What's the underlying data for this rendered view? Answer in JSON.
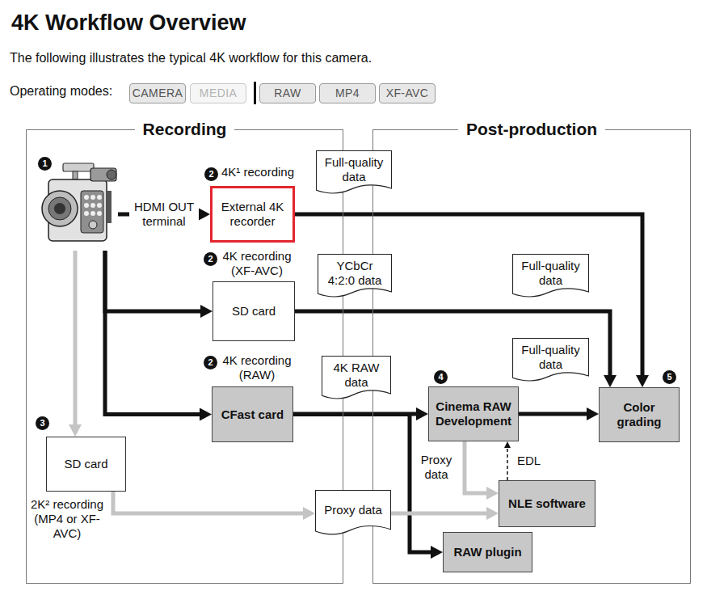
{
  "diagram": {
    "title": "4K Workflow Overview",
    "nodes": [
      {
        "text": [
          "CAMERA"
        ]
      },
      {
        "text": [
          "MEDIA"
        ]
      },
      {
        "text": [
          "RAW"
        ]
      },
      {
        "text": [
          "MP4"
        ]
      },
      {
        "text": [
          "XF-AVC"
        ]
      },
      {
        "text": [
          "Recording"
        ]
      },
      {
        "text": [
          "Post-production"
        ]
      },
      {
        "text": [
          "1"
        ],
        "in": 5
      },
      {
        "text": [
          "External 4K recorder"
        ],
        "in": 5
      },
      {
        "text": [
          "SD card"
        ],
        "in": 5
      },
      {
        "text": [
          "CFast card"
        ],
        "in": 5
      },
      {
        "text": [
          "SD card"
        ],
        "in": 5
      },
      {
        "text": [
          "Full-quality data"
        ]
      },
      {
        "text": [
          "YCbCr 4:2:0 data"
        ]
      },
      {
        "text": [
          "4K RAW data"
        ]
      },
      {
        "text": [
          "Proxy data"
        ]
      },
      {
        "text": [
          "Full-quality data"
        ],
        "in": 6
      },
      {
        "text": [
          "Full-quality data"
        ],
        "in": 6
      },
      {
        "text": [
          "Cinema RAW Development"
        ],
        "in": 6
      },
      {
        "text": [
          "Color grading"
        ],
        "in": 6
      },
      {
        "text": [
          "NLE software"
        ],
        "in": 6
      },
      {
        "text": [
          "RAW plugin"
        ],
        "in": 6
      }
    ],
    "edges": [
      {
        "from": 7,
        "to": 8,
        "arrow": "to",
        "label": "HDMI OUT terminal"
      },
      {
        "from": 7,
        "to": 9,
        "arrow": "to"
      },
      {
        "from": 7,
        "to": 10,
        "arrow": "to"
      },
      {
        "from": 7,
        "to": 11,
        "arrow": "to"
      },
      {
        "from": 8,
        "to": 19,
        "arrow": "to"
      },
      {
        "from": 9,
        "to": 19,
        "arrow": "to"
      },
      {
        "from": 10,
        "to": 18,
        "arrow": "to"
      },
      {
        "from": 10,
        "to": 21,
        "arrow": "to"
      },
      {
        "from": 18,
        "to": 19,
        "arrow": "to"
      },
      {
        "from": 18,
        "to": 20,
        "arrow": "to",
        "label": "Proxy data"
      },
      {
        "from": 20,
        "to": 18,
        "arrow": "to",
        "label": "EDL"
      },
      {
        "from": 11,
        "to": 15,
        "arrow": "to"
      },
      {
        "from": 15,
        "to": 20,
        "arrow": "to"
      }
    ],
    "labels": [
      "The following illustrates the typical 4K workflow for this camera.",
      "Operating modes:",
      "2",
      "4K¹ recording",
      "2",
      "4K recording (XF-AVC)",
      "2",
      "4K recording (RAW)",
      "3",
      "2K² recording (MP4 or XF-AVC)",
      "4",
      "5"
    ]
  }
}
